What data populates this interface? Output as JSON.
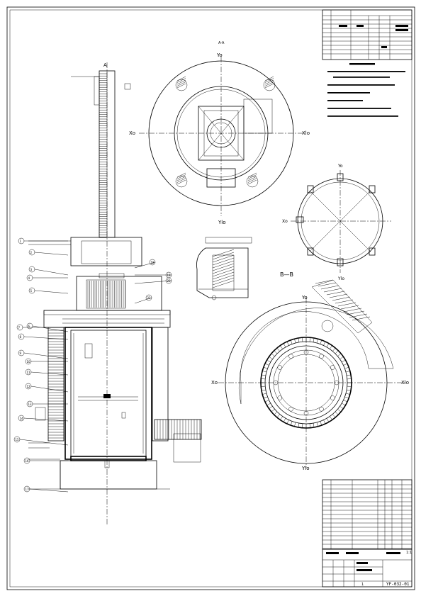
{
  "drawing": {
    "drawing_number": "YF-032-01",
    "section_a_label": "A",
    "section_aa_label": "A-A",
    "section_bb_label": "B—B",
    "axis": {
      "x": "Xo",
      "y": "Yo",
      "x_right": "Xlo",
      "y_bottom": "Ylo"
    },
    "part_labels": [
      "1",
      "2",
      "3",
      "4",
      "5",
      "6",
      "7",
      "8",
      "9",
      "10",
      "11",
      "12",
      "13",
      "14",
      "15",
      "16",
      "17",
      "18",
      "19",
      "20",
      "21"
    ],
    "title_block": {
      "scale_text": "1:1",
      "sheet_text": "1"
    }
  },
  "colors": {
    "line": "#000000",
    "background": "#ffffff"
  }
}
